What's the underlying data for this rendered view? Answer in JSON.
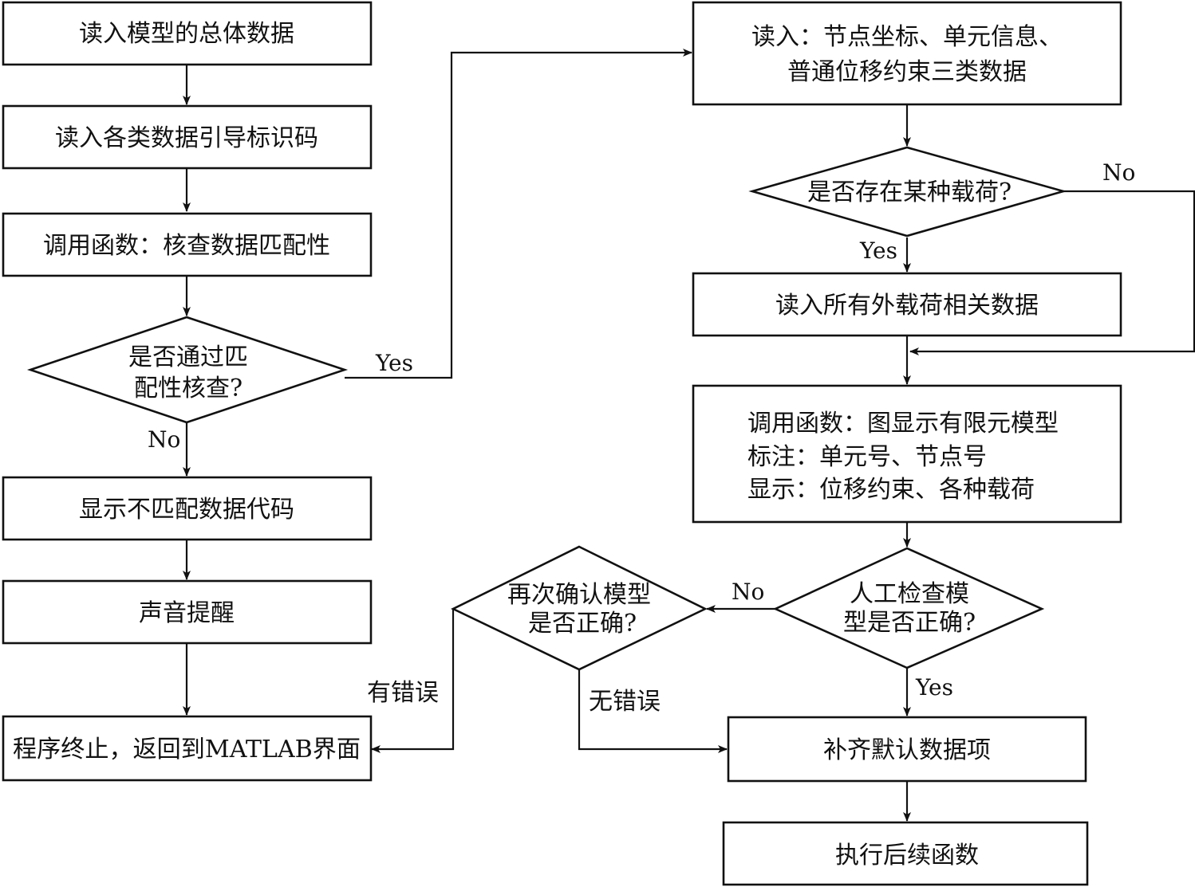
{
  "nodes": {
    "read_model": "读入模型的总体数据",
    "read_codes": "读入各类数据引导标识码",
    "call_check": "调用函数：核查数据匹配性",
    "match_decision": [
      "是否通过匹",
      "配性核查?"
    ],
    "show_mismatch": "显示不匹配数据代码",
    "sound_alert": "声音提醒",
    "terminate": "程序终止，返回到MATLAB界面",
    "read_nodes": [
      "读入：节点坐标、单元信息、",
      "普通位移约束三类数据"
    ],
    "load_decision": "是否存在某种载荷?",
    "read_loads": "读入所有外载荷相关数据",
    "display_model": [
      "调用函数：图显示有限元模型",
      "标注：单元号、节点号",
      "显示：位移约束、各种载荷"
    ],
    "manual_check": [
      "人工检查模",
      "型是否正确?"
    ],
    "reconfirm": [
      "再次确认模型",
      "是否正确?"
    ],
    "fill_defaults": "补齐默认数据项",
    "execute_next": "执行后续函数"
  },
  "edge_labels": {
    "match_yes": "Yes",
    "match_no": "No",
    "load_no": "No",
    "load_yes": "Yes",
    "manual_no": "No",
    "manual_yes": "Yes",
    "has_error": "有错误",
    "no_error": "无错误"
  }
}
